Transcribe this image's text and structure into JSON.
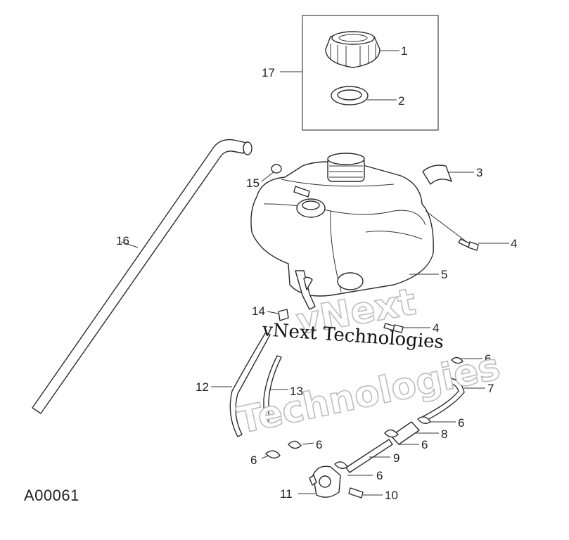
{
  "diagram_code": "A00061",
  "watermark": {
    "company": "vNext Technologies",
    "word1": "vNext",
    "word2": "Technologies"
  },
  "callouts": {
    "c1": "1",
    "c2": "2",
    "c3": "3",
    "c4a": "4",
    "c4b": "4",
    "c5": "5",
    "c6a": "6",
    "c6b": "6",
    "c6c": "6",
    "c6d": "6",
    "c6e": "6",
    "c6f": "6",
    "c7": "7",
    "c8": "8",
    "c9": "9",
    "c10": "10",
    "c11": "11",
    "c12": "12",
    "c13": "13",
    "c14": "14",
    "c15": "15",
    "c16": "16",
    "c17": "17"
  }
}
